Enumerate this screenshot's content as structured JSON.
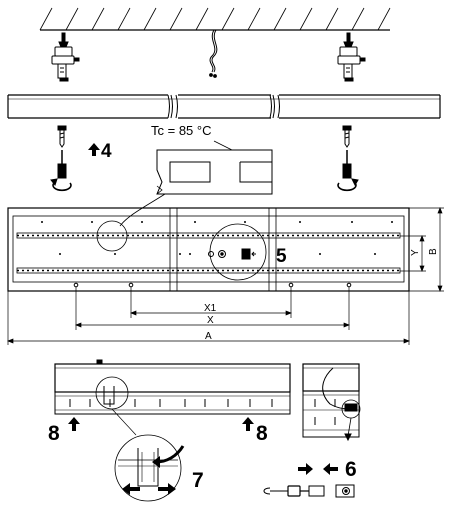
{
  "labels": {
    "tc": "Tc = 85 °C",
    "step_4": "4",
    "step_5": "5",
    "step_6": "6",
    "step_7": "7",
    "step_8_left": "8",
    "step_8_right": "8"
  },
  "dimensions": {
    "x1": "X1",
    "x": "X",
    "a": "A",
    "y": "Y",
    "b": "B"
  },
  "icons": [
    "ceiling",
    "drill-icon",
    "screw-icon",
    "screwdriver-icon",
    "rotate-arrow-icon",
    "up-arrow-icon",
    "left-arrow-icon",
    "right-arrow-icon",
    "curved-arrow-icon",
    "connector-icon"
  ],
  "colors": {
    "ink": "#000000",
    "background": "#ffffff"
  }
}
